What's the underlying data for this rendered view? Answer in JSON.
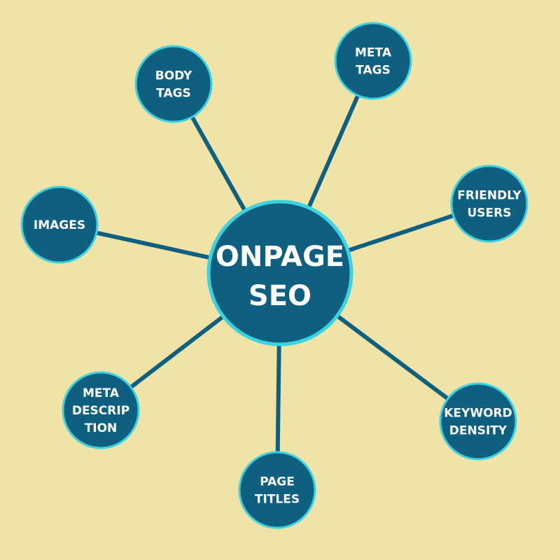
{
  "diagram": {
    "center": {
      "lines": [
        "ONPAGE",
        "SEO"
      ]
    },
    "nodes": [
      {
        "id": "body-tags",
        "lines": [
          "BODY",
          "TAGS"
        ]
      },
      {
        "id": "meta-tags",
        "lines": [
          "META",
          "TAGS"
        ]
      },
      {
        "id": "friendly-users",
        "lines": [
          "FRIENDLY",
          "USERS"
        ]
      },
      {
        "id": "images",
        "lines": [
          "IMAGES"
        ]
      },
      {
        "id": "meta-description",
        "lines": [
          "META",
          "DESCRIP",
          "TION"
        ]
      },
      {
        "id": "page-titles",
        "lines": [
          "PAGE",
          "TITLES"
        ]
      },
      {
        "id": "keyword-density",
        "lines": [
          "KEYWORD",
          "DENSITY"
        ]
      }
    ]
  },
  "colors": {
    "background": "#f0e3a8",
    "node_fill": "#0e5f80",
    "node_border": "#3ad3e0",
    "connector": "#0e5f80",
    "text": "#ffffff"
  }
}
